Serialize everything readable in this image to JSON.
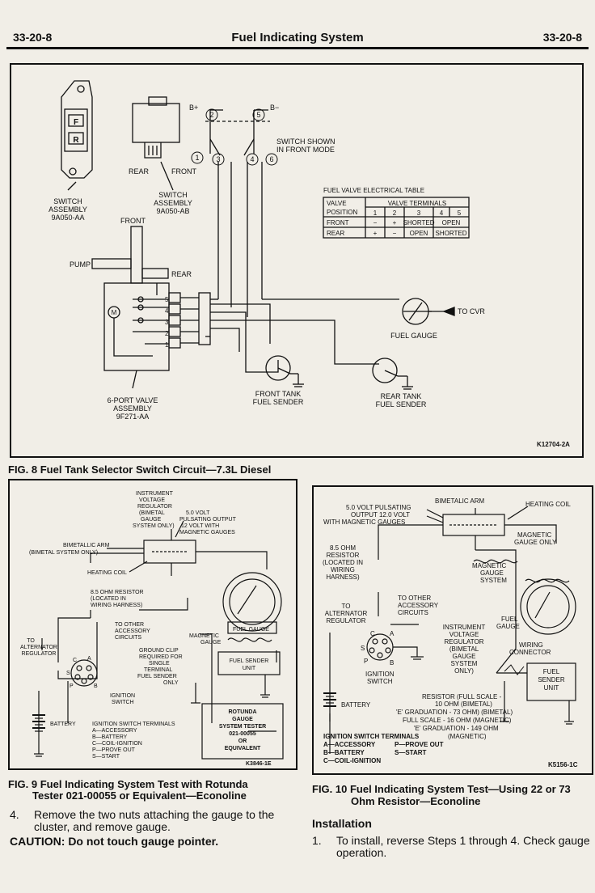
{
  "header": {
    "page_left": "33-20-8",
    "title": "Fuel Indicating System",
    "page_right": "33-20-8"
  },
  "fig8": {
    "caption": "FIG. 8 Fuel Tank Selector Switch Circuit—7.3L Diesel",
    "code": "K12704-2A",
    "labels": {
      "switch_a": [
        "SWITCH",
        "ASSEMBLY",
        "9A050-AA"
      ],
      "switch_b": [
        "SWITCH",
        "ASSEMBLY",
        "9A050-AB"
      ],
      "rear": "REAR",
      "front": "FRONT",
      "front2": "FRONT",
      "b_plus": "B+",
      "b_minus": "B−",
      "switch_shown": [
        "SWITCH SHOWN",
        "IN FRONT MODE"
      ],
      "pump": "PUMP",
      "rear2": "REAR",
      "valve": [
        "6-PORT VALVE",
        "ASSEMBLY",
        "9F271-AA"
      ],
      "to_cvr": "TO CVR",
      "fuel_gauge": "FUEL GAUGE",
      "front_sender": [
        "FRONT TANK",
        "FUEL SENDER"
      ],
      "rear_sender": [
        "REAR TANK",
        "FUEL SENDER"
      ],
      "f": "F",
      "r": "R",
      "m": "M",
      "terminals": [
        "1",
        "2",
        "3",
        "4",
        "5",
        "6"
      ],
      "ports": [
        "5",
        "4",
        "3",
        "2",
        "1"
      ]
    },
    "table": {
      "title": "FUEL VALVE ELECTRICAL TABLE",
      "h_valve": "VALVE",
      "h_position": "POSITION",
      "h_terminals": "VALVE TERMINALS",
      "cols": [
        "1",
        "2",
        "3",
        "4",
        "5"
      ],
      "rows": [
        {
          "pos": "FRONT",
          "cells": [
            "−",
            "+",
            "SHORTED",
            "OPEN"
          ]
        },
        {
          "pos": "REAR",
          "cells": [
            "+",
            "−",
            "OPEN",
            "SHORTED"
          ]
        }
      ]
    }
  },
  "fig9": {
    "caption_1": "FIG. 9 Fuel Indicating System Test with Rotunda",
    "caption_2": "Tester 021-00055 or Equivalent—Econoline",
    "code": "K3846-1E",
    "labels": {
      "ivr": [
        "INSTRUMENT",
        "VOLTAGE",
        "REGULATOR",
        "(BIMETAL",
        "GAUGE",
        "SYSTEM ONLY)"
      ],
      "pulsing": [
        "5.0 VOLT",
        "PULSATING OUTPUT",
        "12 VOLT WITH",
        "MAGNETIC GAUGES"
      ],
      "bimetallic_arm": [
        "BIMETALLIC ARM",
        "(BIMETAL SYSTEM ONLY)"
      ],
      "heating_coil": "HEATING COIL",
      "resistor": [
        "8.5 OHM RESISTOR",
        "(LOCATED IN",
        "WIRING HARNESS)"
      ],
      "other": [
        "TO OTHER",
        "ACCESSORY",
        "CIRCUITS"
      ],
      "fuel_gauge": "FUEL GAUGE",
      "magnetic_gauge": [
        "MAGNETIC",
        "GAUGE"
      ],
      "alternator": [
        "TO",
        "ALTERNATOR",
        "REGULATOR"
      ],
      "ground_clip": [
        "GROUND CLIP",
        "REQUIRED FOR",
        "SINGLE",
        "TERMINAL",
        "FUEL SENDER",
        "ONLY"
      ],
      "sender": [
        "FUEL SENDER",
        "UNIT"
      ],
      "ignition": [
        "IGNITION",
        "SWITCH"
      ],
      "battery": "BATTERY",
      "ign_terminals": [
        "IGNITION SWITCH TERMINALS",
        "A—ACCESSORY",
        "B—BATTERY",
        "C—COIL-IGNITION",
        "P—PROVE OUT",
        "S—START"
      ],
      "tester": [
        "ROTUNDA",
        "GAUGE",
        "SYSTEM TESTER",
        "021-00055",
        "OR",
        "EQUIVALENT"
      ],
      "ign_letters": [
        "A",
        "B",
        "C",
        "S",
        "P"
      ]
    }
  },
  "fig10": {
    "caption_1": "FIG. 10 Fuel Indicating System Test—Using 22 or 73",
    "caption_2": "Ohm Resistor—Econoline",
    "code": "K5156-1C",
    "labels": {
      "pulsing": [
        "5.0 VOLT PULSATING",
        "OUTPUT 12.0 VOLT",
        "WITH MAGNETIC GAUGES"
      ],
      "bimetalic_arm": "BIMETALIC ARM",
      "heating_coil": "HEATING COIL",
      "magnetic_only": [
        "MAGNETIC",
        "GAUGE ONLY"
      ],
      "resistor": [
        "8.5 OHM",
        "RESISTOR",
        "(LOCATED IN",
        "WIRING",
        "HARNESS)"
      ],
      "other": [
        "TO OTHER",
        "ACCESSORY",
        "CIRCUITS"
      ],
      "magnetic_system": [
        "MAGNETIC",
        "GAUGE",
        "SYSTEM"
      ],
      "alternator": [
        "TO",
        "ALTERNATOR",
        "REGULATOR"
      ],
      "ivr": [
        "INSTRUMENT",
        "VOLTAGE",
        "REGULATOR",
        "(BIMETAL",
        "GAUGE",
        "SYSTEM",
        "ONLY)"
      ],
      "fuel_gauge": [
        "FUEL",
        "GAUGE"
      ],
      "wiring": [
        "WIRING",
        "CONNECTOR"
      ],
      "ignition": [
        "IGNITION",
        "SWITCH"
      ],
      "sender": [
        "FUEL",
        "SENDER",
        "UNIT"
      ],
      "battery": "BATTERY",
      "resistor_notes": [
        "RESISTOR (FULL SCALE -",
        "10 OHM (BIMETAL)",
        "'E' GRADUATION - 73 OHM) (BIMETAL)",
        "FULL SCALE - 16 OHM (MAGNETIC)",
        "'E' GRADUATION - 149 OHM",
        "(MAGNETIC)"
      ],
      "ign_terminals": [
        "IGNITION SWITCH TERMINALS",
        "A—ACCESSORY",
        "B—BATTERY",
        "C—COIL-IGNITION",
        "P—PROVE OUT",
        "S—START"
      ],
      "ign_letters": [
        "C",
        "A",
        "S",
        "P",
        "B"
      ]
    }
  },
  "step4": {
    "number": "4.",
    "text_1": "Remove the two nuts attaching the gauge to the",
    "text_2": "cluster, and remove gauge."
  },
  "caution": "CAUTION: Do not touch gauge pointer.",
  "installation": {
    "heading": "Installation",
    "step_number": "1.",
    "text_1": "To install, reverse Steps 1 through 4. Check gauge",
    "text_2": "operation."
  }
}
